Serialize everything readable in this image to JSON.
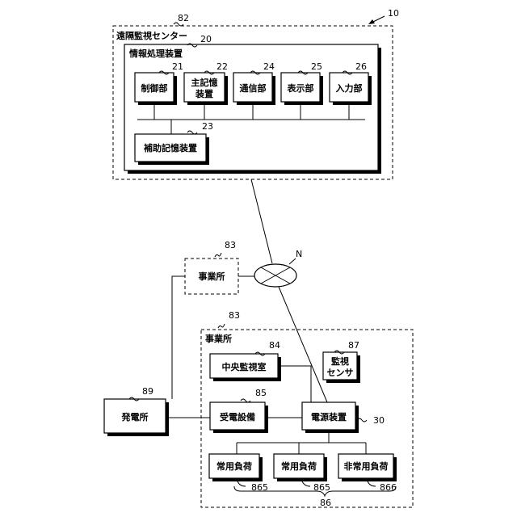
{
  "refs": {
    "system": "10",
    "center": "82",
    "info_device": "20",
    "control": "21",
    "main_memory": "22",
    "aux_memory": "23",
    "comm": "24",
    "display": "25",
    "input": "26",
    "office_top": "83",
    "network": "N",
    "office_main": "83",
    "monitor_room": "84",
    "power_receiving": "85",
    "monitor_sensor": "87",
    "plant": "89",
    "power_device": "30",
    "load1": "865",
    "load2": "865",
    "load3": "866",
    "loads_group": "86"
  },
  "labels": {
    "center": "遠隔監視センター",
    "info_device": "情報処理装置",
    "control": "制御部",
    "main_memory_1": "主記憶",
    "main_memory_2": "装置",
    "comm": "通信部",
    "display": "表示部",
    "input": "入力部",
    "aux_memory": "補助記憶装置",
    "office_top": "事業所",
    "office_main": "事業所",
    "monitor_room": "中央監視室",
    "sensor_1": "監視",
    "sensor_2": "センサ",
    "plant": "発電所",
    "power_receiving": "受電設備",
    "power_device": "電源装置",
    "load1": "常用負荷",
    "load2": "常用負荷",
    "load3": "非常用負荷"
  }
}
